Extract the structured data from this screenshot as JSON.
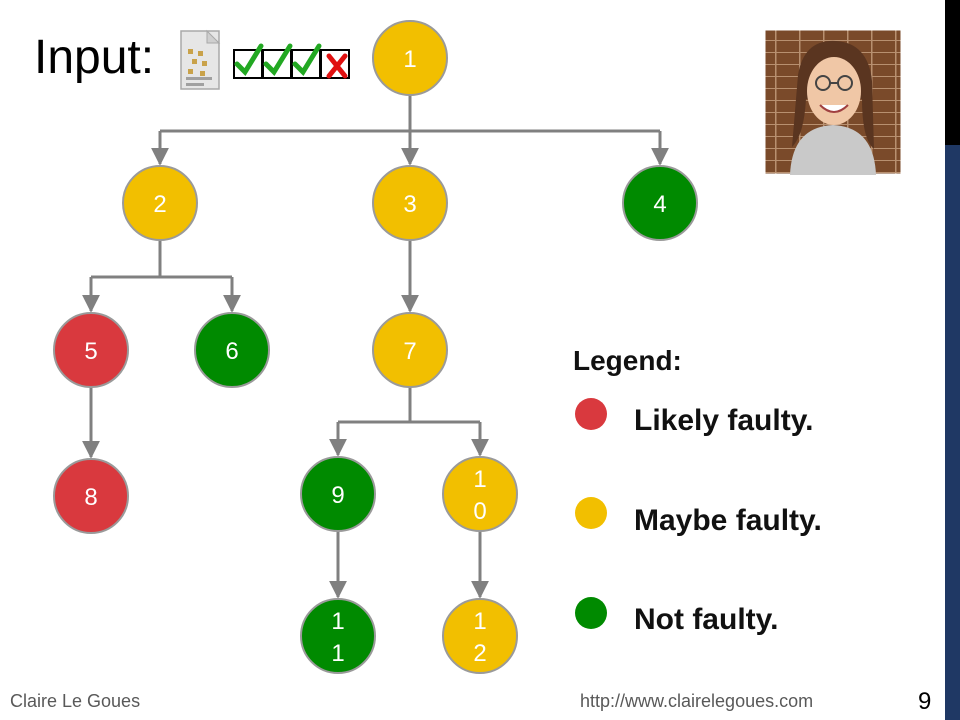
{
  "slide": {
    "title": "Input:",
    "page_number": "9",
    "footer_author": "Claire Le Goues",
    "footer_url": "http://www.clairelegoues.com"
  },
  "test_results": [
    "pass",
    "pass",
    "pass",
    "fail"
  ],
  "colors": {
    "likely": "#d9393e",
    "maybe": "#f2bf00",
    "not": "#008a00",
    "edge": "#808080",
    "node_border": "#9a9a9a",
    "sidebar": "#1f3864"
  },
  "tree": {
    "nodes": [
      {
        "id": "1",
        "label": "1",
        "status": "maybe"
      },
      {
        "id": "2",
        "label": "2",
        "status": "maybe"
      },
      {
        "id": "3",
        "label": "3",
        "status": "maybe"
      },
      {
        "id": "4",
        "label": "4",
        "status": "not"
      },
      {
        "id": "5",
        "label": "5",
        "status": "likely"
      },
      {
        "id": "6",
        "label": "6",
        "status": "not"
      },
      {
        "id": "7",
        "label": "7",
        "status": "maybe"
      },
      {
        "id": "8",
        "label": "8",
        "status": "likely"
      },
      {
        "id": "9",
        "label": "9",
        "status": "not"
      },
      {
        "id": "10",
        "label": "1\n0",
        "status": "maybe"
      },
      {
        "id": "11",
        "label": "1\n1",
        "status": "not"
      },
      {
        "id": "12",
        "label": "1\n2",
        "status": "maybe"
      }
    ],
    "edges": [
      [
        "1",
        "2"
      ],
      [
        "1",
        "3"
      ],
      [
        "1",
        "4"
      ],
      [
        "2",
        "5"
      ],
      [
        "2",
        "6"
      ],
      [
        "3",
        "7"
      ],
      [
        "5",
        "8"
      ],
      [
        "7",
        "9"
      ],
      [
        "7",
        "10"
      ],
      [
        "9",
        "11"
      ],
      [
        "10",
        "12"
      ]
    ]
  },
  "legend": {
    "title": "Legend:",
    "items": [
      {
        "label": "Likely faulty.",
        "status": "likely"
      },
      {
        "label": "Maybe faulty.",
        "status": "maybe"
      },
      {
        "label": "Not faulty.",
        "status": "not"
      }
    ]
  }
}
